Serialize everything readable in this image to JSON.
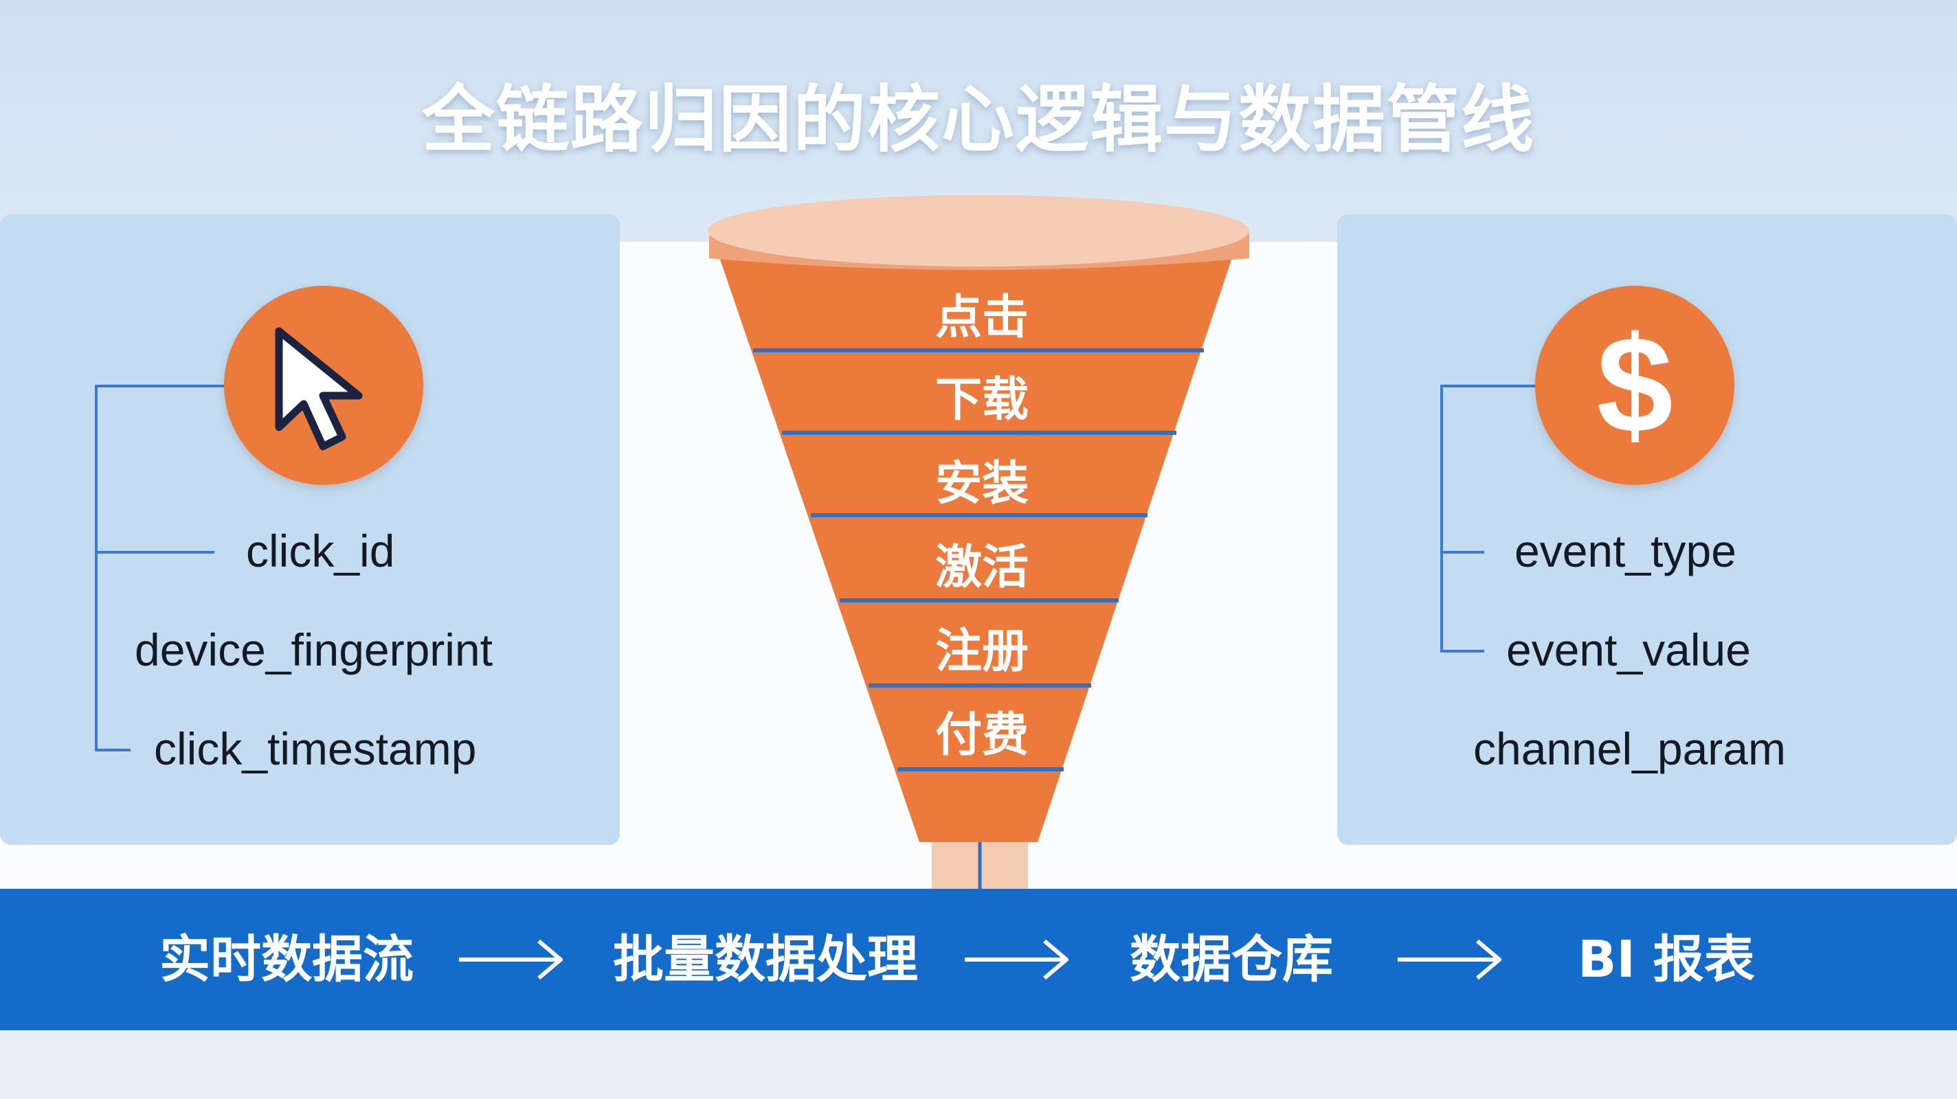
{
  "title": "全链路归因的核心逻辑与数据管线",
  "left_panel": {
    "icon": "cursor-arrow-icon",
    "fields": [
      "click_id",
      "device_fingerprint",
      "click_timestamp"
    ]
  },
  "right_panel": {
    "icon": "dollar-icon",
    "symbol": "$",
    "fields": [
      "event_type",
      "event_value",
      "channel_param"
    ]
  },
  "funnel": {
    "stages": [
      "点击",
      "下载",
      "安装",
      "激活",
      "注册",
      "付费"
    ]
  },
  "pipeline": {
    "steps": [
      "实时数据流",
      "批量数据处理",
      "数据仓库",
      "BI 报表"
    ]
  },
  "colors": {
    "accent_orange": "#ec7a3c",
    "pipeline_blue": "#146bc9",
    "line_blue": "#2f6fc4",
    "panel_blue": "#c4dcf1"
  }
}
